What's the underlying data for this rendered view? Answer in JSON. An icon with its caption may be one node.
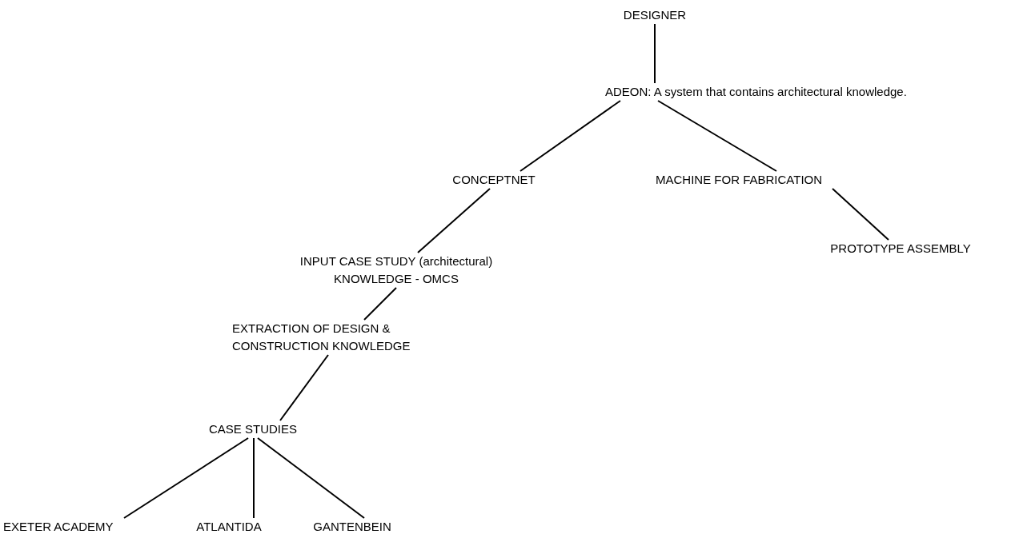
{
  "diagram": {
    "nodes": [
      {
        "text": [
          "DESIGNER"
        ]
      },
      {
        "text": [
          "ADEON: A system that contains architectural knowledge."
        ]
      },
      {
        "text": [
          "CONCEPTNET"
        ]
      },
      {
        "text": [
          "MACHINE FOR FABRICATION"
        ]
      },
      {
        "text": [
          "PROTOTYPE ASSEMBLY"
        ]
      },
      {
        "text": [
          "INPUT CASE STUDY (architectural) KNOWLEDGE - OMCS"
        ]
      },
      {
        "text": [
          "EXTRACTION OF DESIGN & CONSTRUCTION KNOWLEDGE"
        ]
      },
      {
        "text": [
          "CASE STUDIES"
        ]
      },
      {
        "text": [
          "EXETER ACADEMY"
        ]
      },
      {
        "text": [
          "ATLANTIDA"
        ]
      },
      {
        "text": [
          "GANTENBEIN"
        ]
      }
    ],
    "edges": [
      {
        "from": 0,
        "to": 1,
        "arrow": "none"
      },
      {
        "from": 1,
        "to": 2,
        "arrow": "none"
      },
      {
        "from": 1,
        "to": 3,
        "arrow": "none"
      },
      {
        "from": 2,
        "to": 5,
        "arrow": "none"
      },
      {
        "from": 3,
        "to": 4,
        "arrow": "none"
      },
      {
        "from": 5,
        "to": 6,
        "arrow": "none"
      },
      {
        "from": 6,
        "to": 7,
        "arrow": "none"
      },
      {
        "from": 7,
        "to": 8,
        "arrow": "none"
      },
      {
        "from": 7,
        "to": 9,
        "arrow": "none"
      },
      {
        "from": 7,
        "to": 10,
        "arrow": "none"
      }
    ]
  }
}
